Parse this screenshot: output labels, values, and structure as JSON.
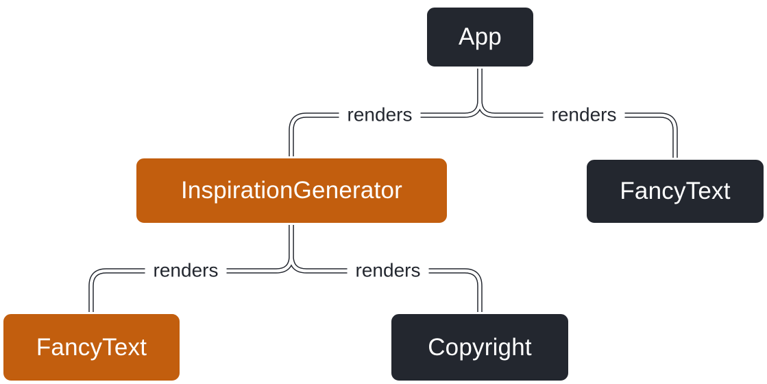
{
  "diagram": {
    "nodes": [
      {
        "id": "app",
        "label": "App",
        "color": "#23272F",
        "text_color": "#FFFFFF"
      },
      {
        "id": "inspiration-generator",
        "label": "InspirationGenerator",
        "color": "#C25E0E",
        "text_color": "#FFFFFF"
      },
      {
        "id": "fancy-text-top",
        "label": "FancyText",
        "color": "#23272F",
        "text_color": "#FFFFFF"
      },
      {
        "id": "fancy-text-bottom",
        "label": "FancyText",
        "color": "#C25E0E",
        "text_color": "#FFFFFF"
      },
      {
        "id": "copyright",
        "label": "Copyright",
        "color": "#23272F",
        "text_color": "#FFFFFF"
      }
    ],
    "edges": [
      {
        "from": "App",
        "to": "InspirationGenerator",
        "label": "renders"
      },
      {
        "from": "App",
        "to": "FancyText",
        "label": "renders"
      },
      {
        "from": "InspirationGenerator",
        "to": "FancyText",
        "label": "renders"
      },
      {
        "from": "InspirationGenerator",
        "to": "Copyright",
        "label": "renders"
      }
    ],
    "colors": {
      "background": "#FFFFFF",
      "dark_node": "#23272F",
      "orange_node": "#C25E0E",
      "node_border": "#FFFFFF",
      "line_core": "#FFFFFF",
      "line_outline": "#23272F",
      "edge_label_text": "#23272F"
    }
  }
}
